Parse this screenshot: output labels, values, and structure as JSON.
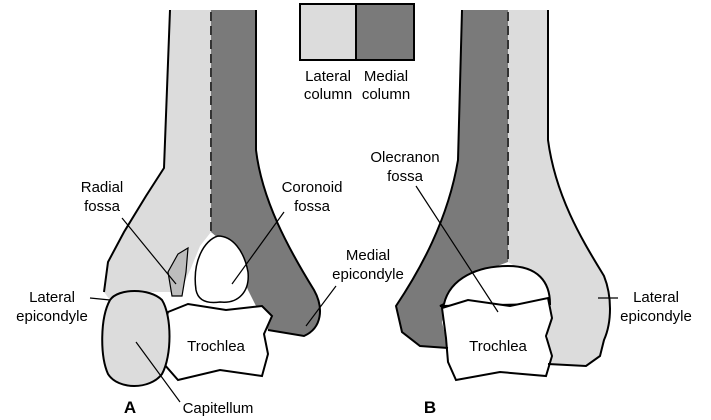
{
  "colors": {
    "lateral": "#dcdcdc",
    "medial": "#7a7a7a",
    "outline": "#000000",
    "background": "#ffffff",
    "bone_white": "#ffffff"
  },
  "legend": {
    "lateral": {
      "line1": "Lateral",
      "line2": "column"
    },
    "medial": {
      "line1": "Medial",
      "line2": "column"
    }
  },
  "panel_a": {
    "id": "A",
    "labels": {
      "radial_fossa": {
        "line1": "Radial",
        "line2": "fossa"
      },
      "coronoid_fossa": {
        "line1": "Coronoid",
        "line2": "fossa"
      },
      "lateral_epicondyle": {
        "line1": "Lateral",
        "line2": "epicondyle"
      },
      "medial_epicondyle": {
        "line1": "Medial",
        "line2": "epicondyle"
      },
      "trochlea": "Trochlea",
      "capitellum": "Capitellum"
    }
  },
  "panel_b": {
    "id": "B",
    "labels": {
      "olecranon_fossa": {
        "line1": "Olecranon",
        "line2": "fossa"
      },
      "lateral_epicondyle": {
        "line1": "Lateral",
        "line2": "epicondyle"
      },
      "trochlea": "Trochlea"
    }
  }
}
